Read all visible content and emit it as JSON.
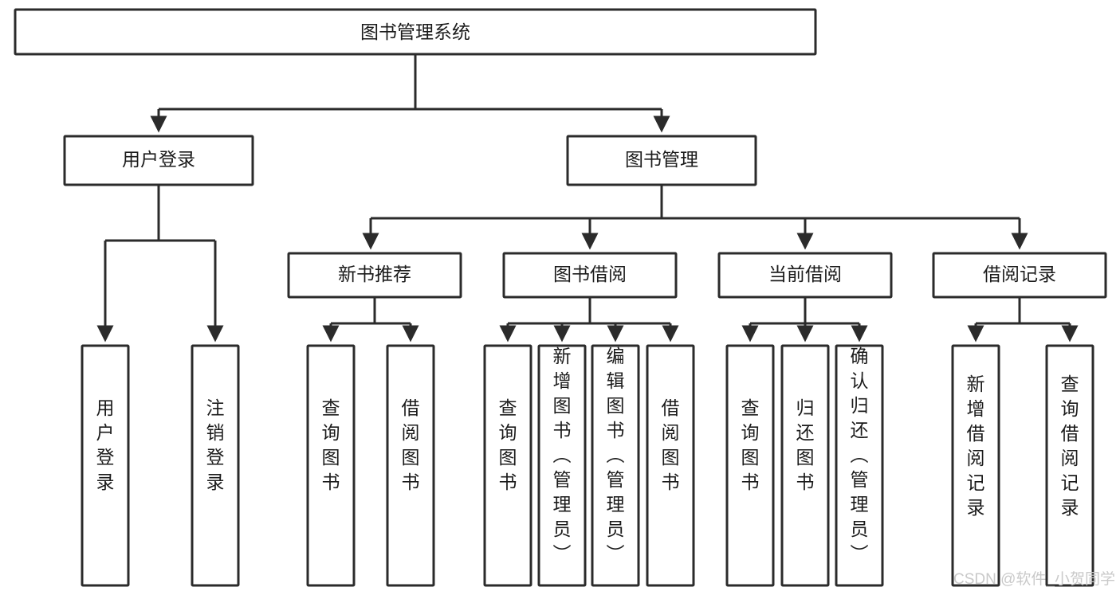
{
  "diagram": {
    "title": "图书管理系统",
    "type": "tree-hierarchy",
    "levels": {
      "root": {
        "label": "图书管理系统"
      },
      "level2": [
        {
          "label": "用户登录"
        },
        {
          "label": "图书管理"
        }
      ],
      "level3": [
        {
          "label": "新书推荐"
        },
        {
          "label": "图书借阅"
        },
        {
          "label": "当前借阅"
        },
        {
          "label": "借阅记录"
        }
      ],
      "leaves_user_login": [
        {
          "label": "用户登录"
        },
        {
          "label": "注销登录"
        }
      ],
      "leaves_new_book": [
        {
          "label": "查询图书"
        },
        {
          "label": "借阅图书"
        }
      ],
      "leaves_borrow": [
        {
          "label": "查询图书"
        },
        {
          "label": "新增图书（管理员）"
        },
        {
          "label": "编辑图书（管理员）"
        },
        {
          "label": "借阅图书"
        }
      ],
      "leaves_current": [
        {
          "label": "查询图书"
        },
        {
          "label": "归还图书"
        },
        {
          "label": "确认归还（管理员）"
        }
      ],
      "leaves_record": [
        {
          "label": "新增借阅记录"
        },
        {
          "label": "查询借阅记录"
        }
      ]
    }
  },
  "watermark": {
    "text": "CSDN @软件_小贺同学"
  },
  "colors": {
    "stroke": "#2b2b2b",
    "fill": "#ffffff",
    "text": "#1b1b1b",
    "watermark": "#c9c9c9"
  }
}
